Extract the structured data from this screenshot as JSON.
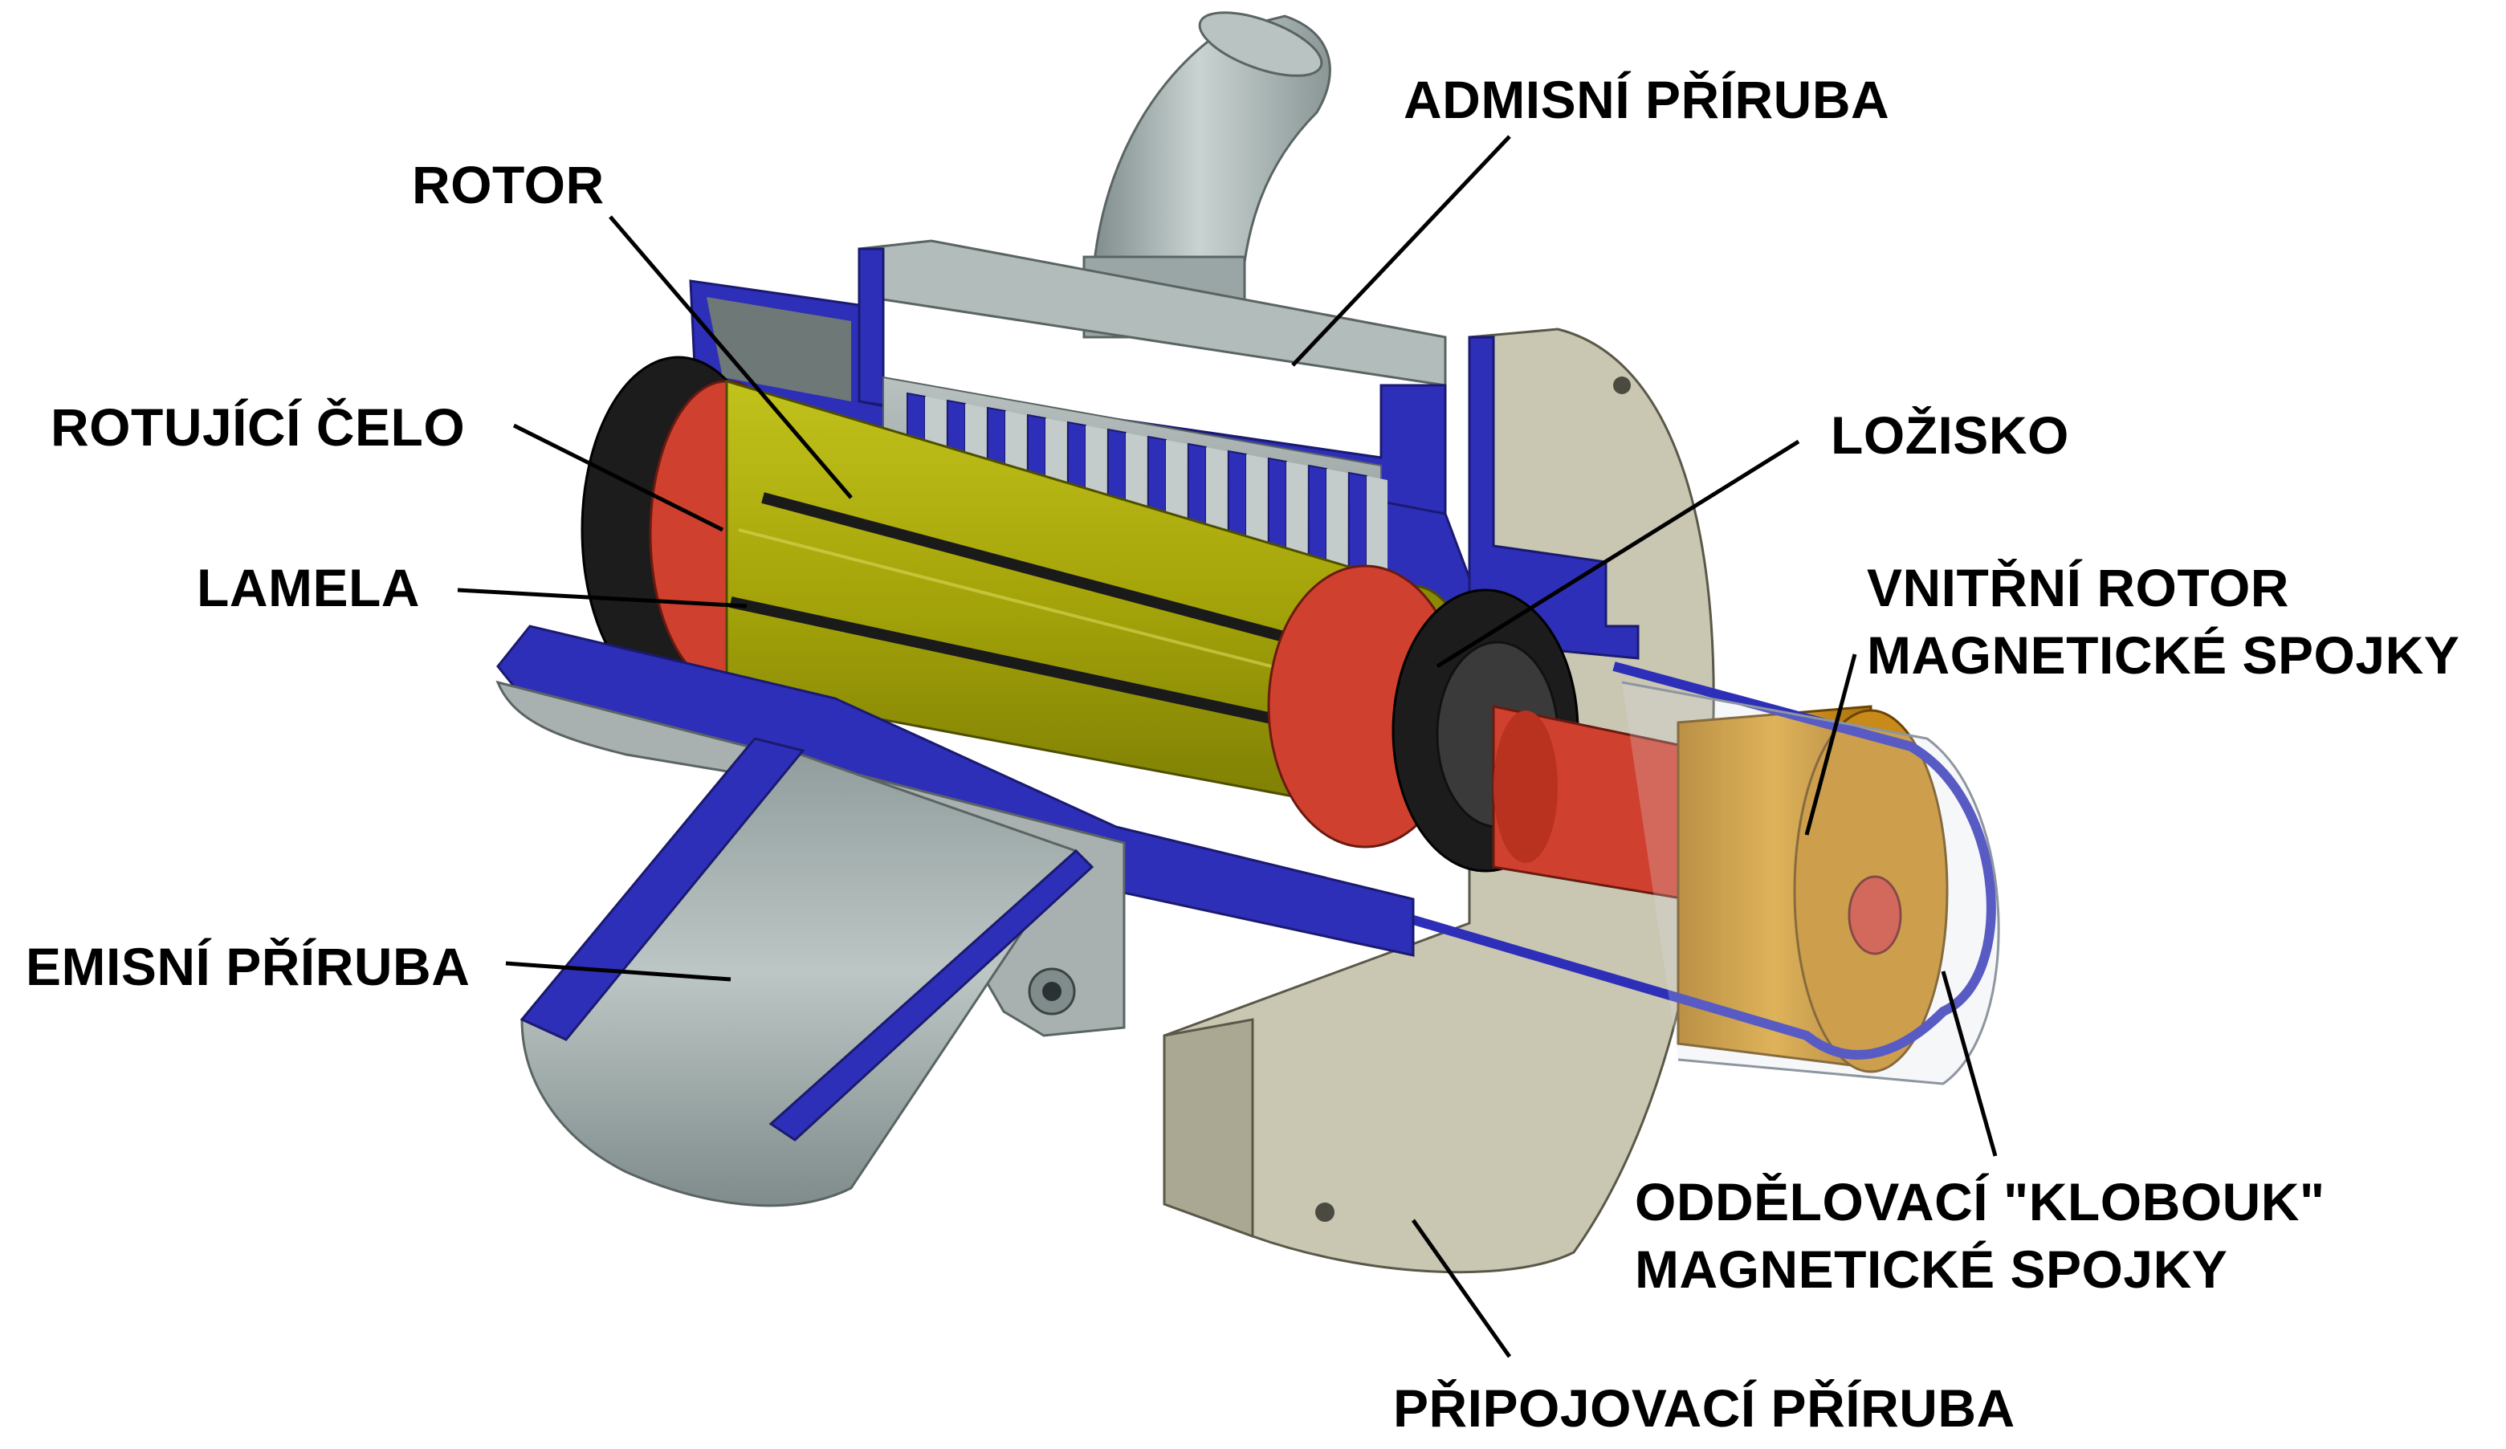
{
  "labels": {
    "admisni_priruba": "ADMISNÍ PŘÍRUBA",
    "rotor": "ROTOR",
    "rotujici_celo": "ROTUJÍCÍ ČELO",
    "lozisko": "LOŽISKO",
    "lamela": "LAMELA",
    "vnitrni_rotor_line1": "VNITŘNÍ ROTOR",
    "vnitrni_rotor_line2": "MAGNETICKÉ SPOJKY",
    "emisni_priruba": "EMISNÍ PŘÍRUBA",
    "oddelovaci_line1": "ODDĚLOVACÍ \"KLOBOUK\"",
    "oddelovaci_line2": "MAGNETICKÉ SPOJKY",
    "pripojovaci_priruba": "PŘIPOJOVACÍ PŘÍRUBA"
  },
  "colors": {
    "section_blue": "#2e2fb8",
    "rotor_yellow": "#a6a60a",
    "front_red": "#d0402e",
    "bearing_black": "#1c1c1c",
    "magnet_orange": "#d99a1e",
    "housing_gray": "#a9b2b0",
    "flange_beige": "#c9c6b2"
  }
}
